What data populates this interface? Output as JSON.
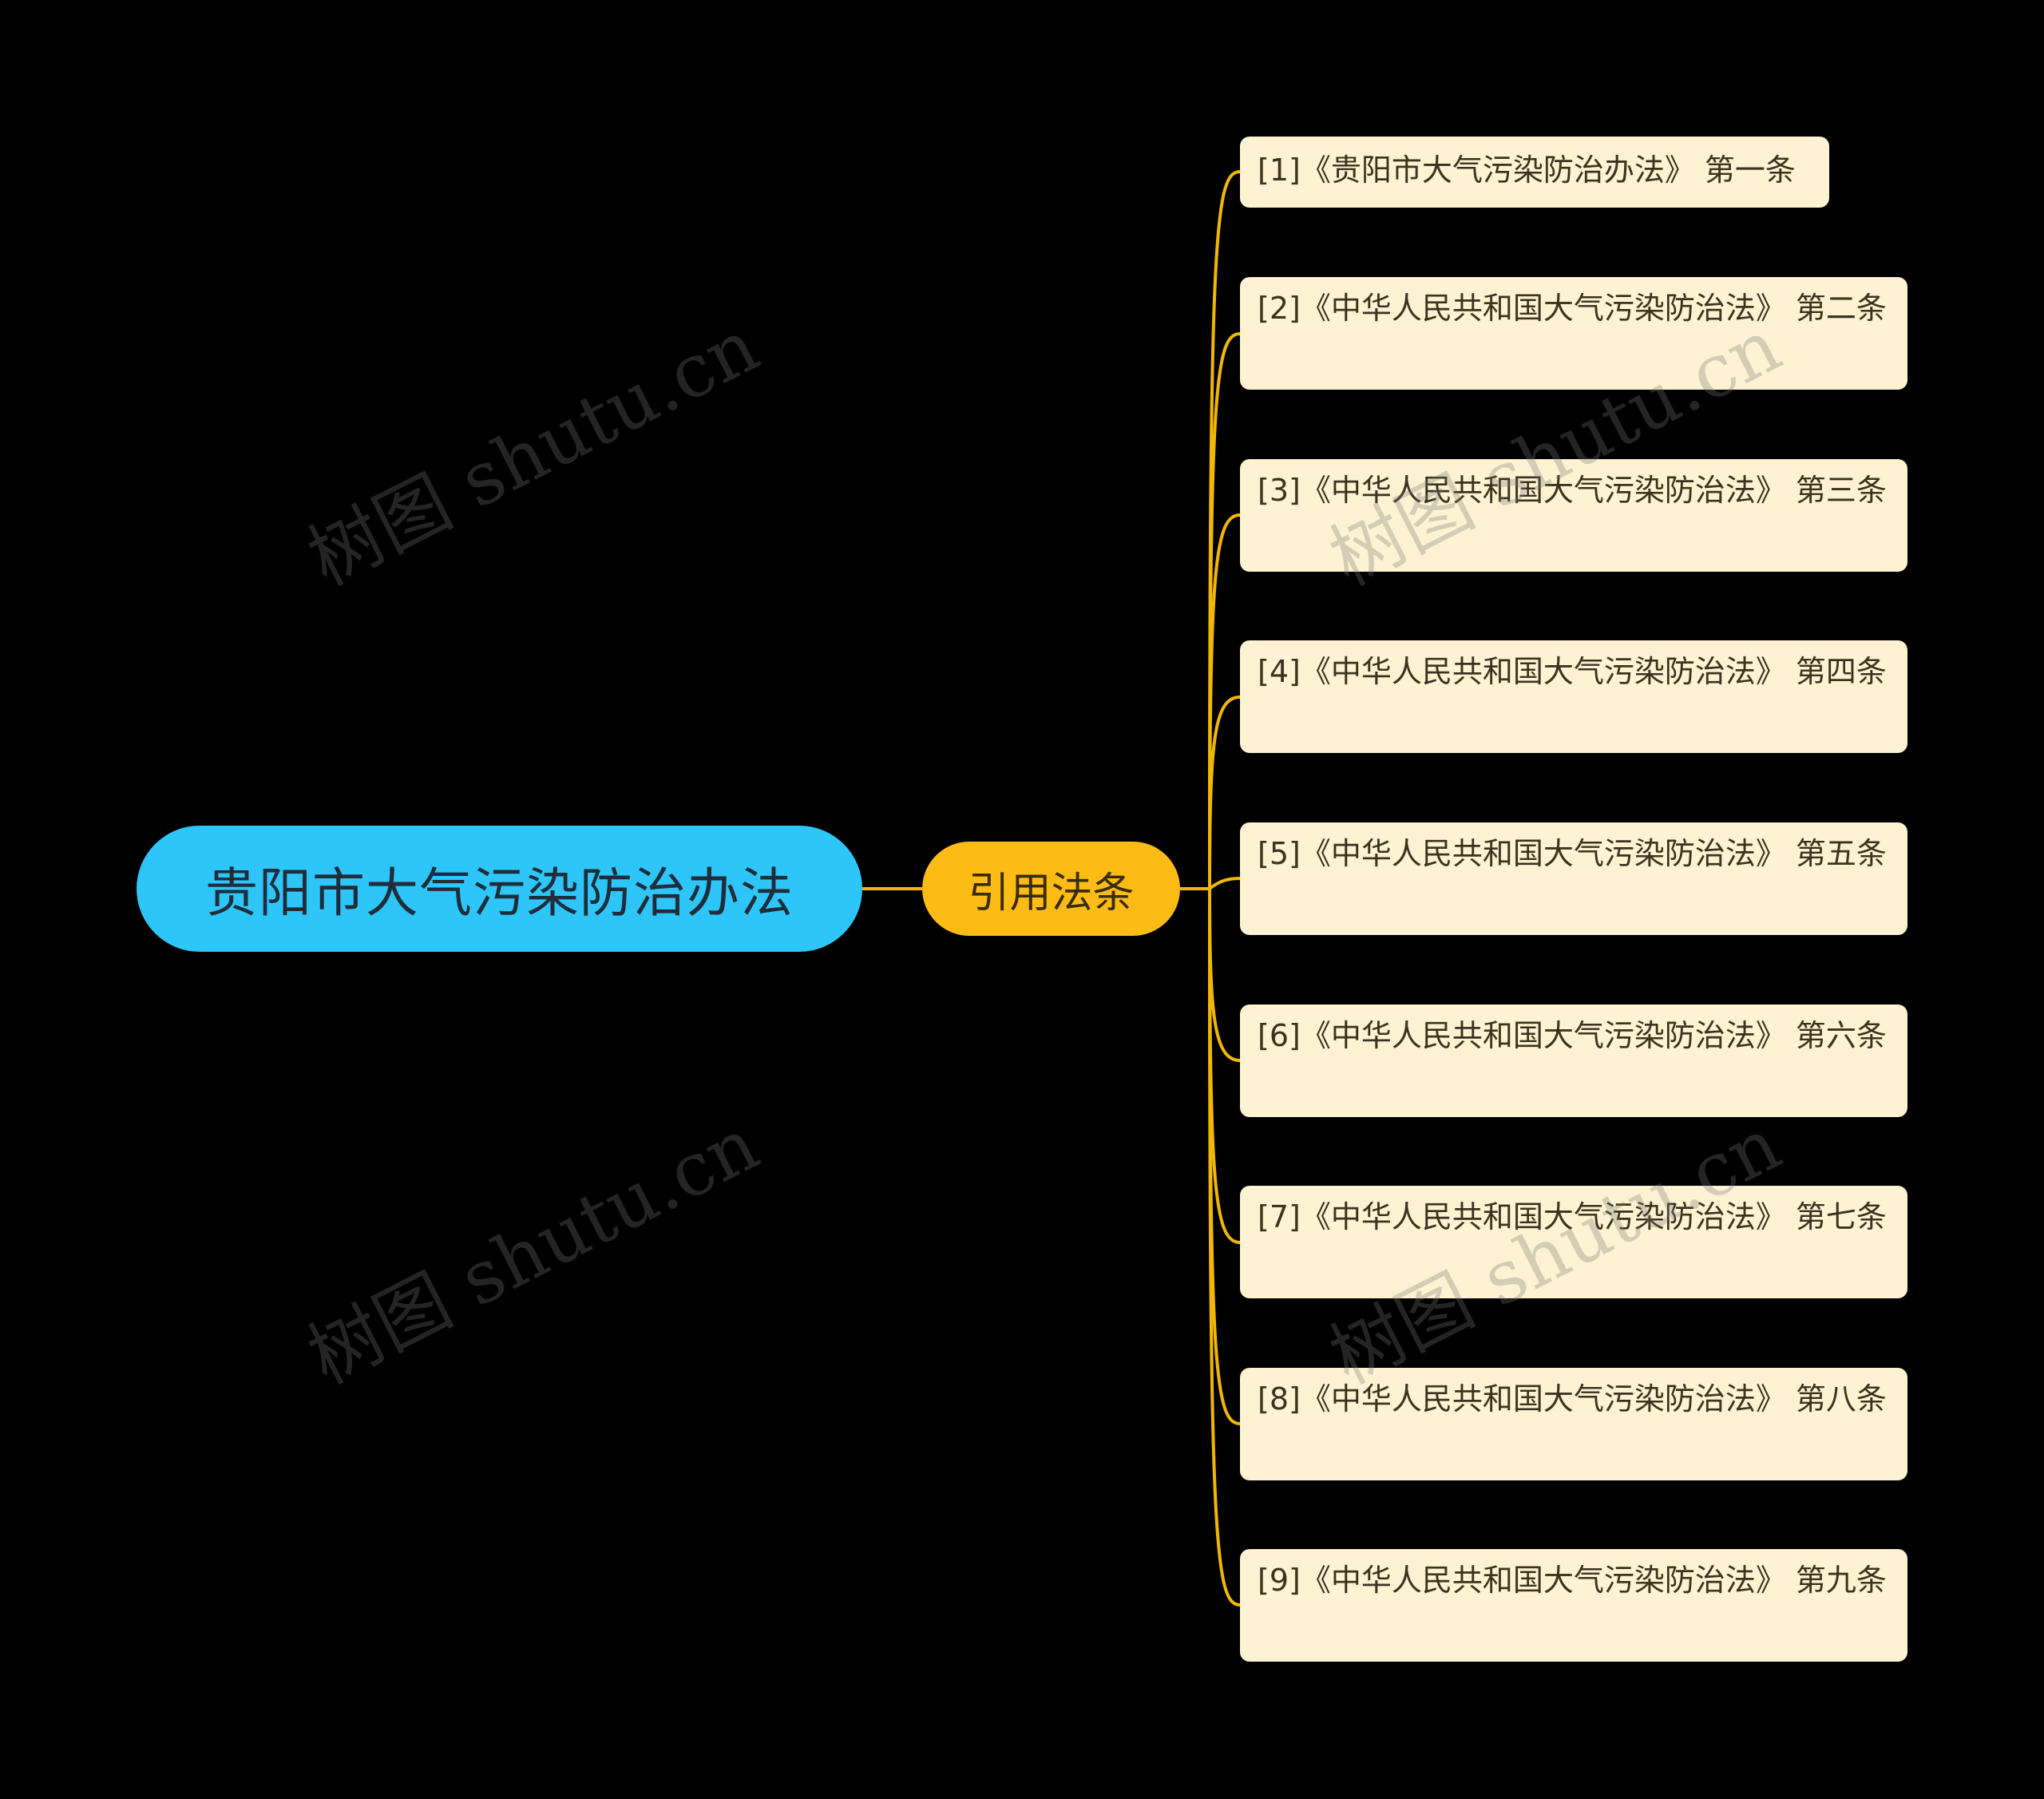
{
  "root": {
    "label": "贵阳市大气污染防治办法"
  },
  "branch": {
    "label": "引用法条"
  },
  "leaves": [
    "[1]《贵阳市大气污染防治办法》 第一条",
    "[2]《中华人民共和国大气污染防治法》 第二条",
    "[3]《中华人民共和国大气污染防治法》 第三条",
    "[4]《中华人民共和国大气污染防治法》 第四条",
    "[5]《中华人民共和国大气污染防治法》 第五条",
    "[6]《中华人民共和国大气污染防治法》 第六条",
    "[7]《中华人民共和国大气污染防治法》 第七条",
    "[8]《中华人民共和国大气污染防治法》 第八条",
    "[9]《中华人民共和国大气污染防治法》 第九条"
  ],
  "watermark": {
    "text": "树图 shutu.cn"
  },
  "colors": {
    "background": "#000000",
    "root_fill": "#2ec6f8",
    "branch_fill": "#fdbb15",
    "leaf_fill": "#fdf3d2",
    "connector": "#f2b705"
  }
}
